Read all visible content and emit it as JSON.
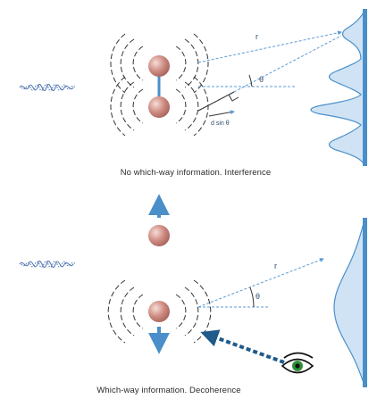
{
  "panels": {
    "top": {
      "caption": "No which-way information. Interference",
      "labels": {
        "r": "r",
        "theta": "θ",
        "d_sin_theta": "d sin θ"
      }
    },
    "bottom": {
      "caption": "Which-way information. Decoherence",
      "labels": {
        "r": "r",
        "theta": "θ"
      }
    }
  },
  "colors": {
    "atom": "#c9837a",
    "atom_highlight": "#f3d8d2",
    "arrow": "#4a8fc9",
    "ray": "#5b9bd5",
    "screen_fill": "#cfe3f5",
    "screen_stroke": "#4a8fc9",
    "wave": "#4a6fb0",
    "eye_iris": "#2f8f3a",
    "photon_arrow": "#1f5a8a"
  }
}
